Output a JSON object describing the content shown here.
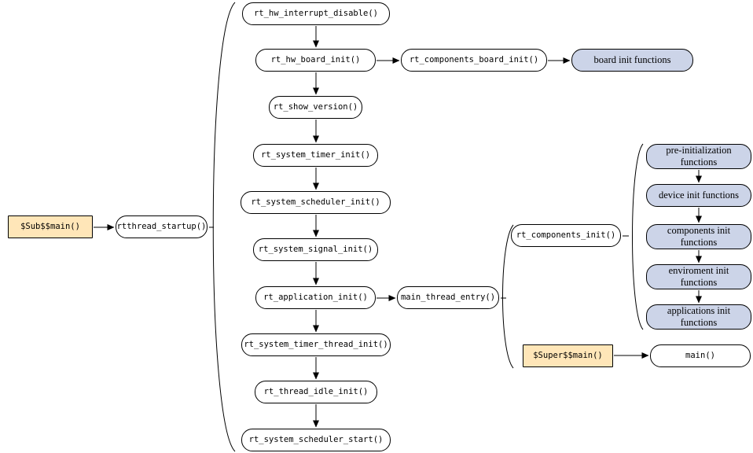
{
  "nodes": {
    "sub_main": "$Sub$$main()",
    "rtthread_startup": "rtthread_startup()",
    "chain": [
      "rt_hw_interrupt_disable()",
      "rt_hw_board_init()",
      "rt_show_version()",
      "rt_system_timer_init()",
      "rt_system_scheduler_init()",
      "rt_system_signal_init()",
      "rt_application_init()",
      "rt_system_timer_thread_init()",
      "rt_thread_idle_init()",
      "rt_system_scheduler_start()"
    ],
    "components_board_init": "rt_components_board_init()",
    "board_init_functions": "board init functions",
    "main_thread_entry": "main_thread_entry()",
    "rt_components_init": "rt_components_init()",
    "component_steps": [
      "pre-initialization functions",
      "device init functions",
      "components init functions",
      "enviroment init functions",
      "applications init functions"
    ],
    "super_main": "$Super$$main()",
    "main": "main()"
  },
  "colors": {
    "highlight_tan": "#ffe6b8",
    "function_group_blue": "#ccd4e8",
    "border": "#000000",
    "connector": "#000000",
    "background": "#ffffff"
  }
}
